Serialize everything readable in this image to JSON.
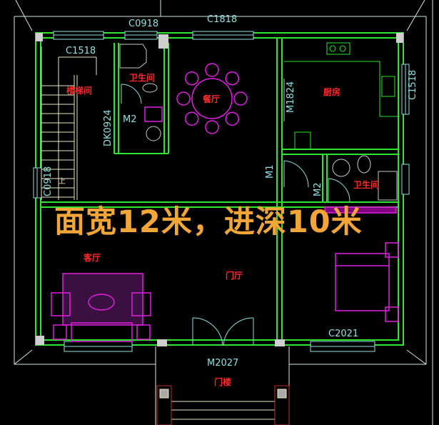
{
  "colors": {
    "wall": "#2ee62e",
    "label": "#8fe0e0",
    "room_label": "#ff2a2a",
    "furniture": "#e020e0",
    "headline": "#f2a63a",
    "background": "#000000"
  },
  "headline": "面宽12米，进深10米",
  "window_labels": {
    "top_bath": "C0918",
    "top_dining": "C1818",
    "stair": "C1518",
    "kitchen_right": "C1518",
    "left_side": "C0918",
    "bedroom": "C2021"
  },
  "door_labels": {
    "bath_left": "M2",
    "opening": "DK0924",
    "kitchen": "M1824",
    "hall": "M1",
    "bath_right": "M2",
    "front": "M2027"
  },
  "rooms": {
    "bathroom_left": "卫生间",
    "stairwell": "楼梯间",
    "dining": "餐厅",
    "kitchen": "厨房",
    "bathroom_right": "卫生间",
    "living": "客厅",
    "foyer": "门厅",
    "porch": "门楼"
  },
  "stair_mark": "上"
}
